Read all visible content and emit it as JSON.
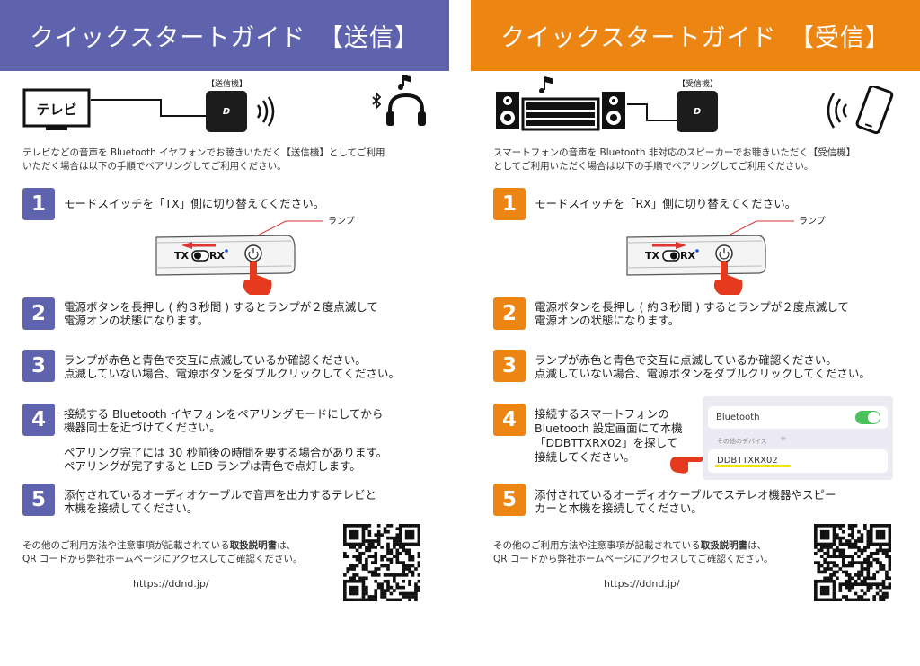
{
  "tx": {
    "header": "クイックスタートガイド　【送信】",
    "tv_label": "テレビ",
    "device_tag": "【送信機】",
    "device_logo": "D",
    "intro_lines": [
      "テレビなどの音声を Bluetooth イヤフォンでお聴きいただく【送信機】としてご利用",
      "いただく場合は以下の手順でペアリングしてご利用ください。"
    ],
    "steps": [
      {
        "num": "1",
        "lines": [
          "モードスイッチを「TX」側に切り替えてください。"
        ]
      },
      {
        "num": "2",
        "lines": [
          "電源ボタンを長押し ( 約３秒間 ) するとランプが２度点滅して",
          "電源オンの状態になります。"
        ]
      },
      {
        "num": "3",
        "lines": [
          "ランプが赤色と青色で交互に点滅しているか確認ください。",
          "点滅していない場合、電源ボタンをダブルクリックしてください。"
        ]
      },
      {
        "num": "4",
        "lines": [
          "接続する Bluetooth イヤフォンをペアリングモードにしてから",
          "機器同士を近づけてください。"
        ]
      },
      {
        "num": "5",
        "lines": [
          "添付されているオーディオケーブルで音声を出力するテレビと",
          "本機を接続してください。"
        ]
      }
    ],
    "step4_note": [
      "ペアリング完了には 30 秒前後の時間を要する場合があります。",
      "ペアリングが完了すると LED ランプは青色で点灯します。"
    ],
    "lamp_label": "ランプ",
    "switch_tx": "TX",
    "switch_rx": "RX",
    "footer_line1_pre": "その他のご利用方法や注意事項が記載されている",
    "footer_line1_bold": "取扱説明書",
    "footer_line1_post": "は、",
    "footer_line2": "QR コードから弊社ホームページにアクセスしてご確認ください。",
    "url": "https://ddnd.jp/"
  },
  "rx": {
    "header": "クイックスタートガイド　【受信】",
    "device_tag": "【受信機】",
    "device_logo": "D",
    "intro_lines": [
      "スマートフォンの音声を Bluetooth 非対応のスピーカーでお聴きいただく【受信機】",
      "としてご利用いただく場合は以下の手順でペアリングしてご利用ください。"
    ],
    "steps": [
      {
        "num": "1",
        "lines": [
          "モードスイッチを「RX」側に切り替えてください。"
        ]
      },
      {
        "num": "2",
        "lines": [
          "電源ボタンを長押し ( 約３秒間 ) するとランプが２度点滅して",
          "電源オンの状態になります。"
        ]
      },
      {
        "num": "3",
        "lines": [
          "ランプが赤色と青色で交互に点滅しているか確認ください。",
          "点滅していない場合、電源ボタンをダブルクリックしてください。"
        ]
      },
      {
        "num": "4",
        "lines": [
          "接続するスマートフォンの",
          "Bluetooth 設定画面にて本機",
          "「DDBTTXRX02」を探して",
          "接続してください。"
        ]
      },
      {
        "num": "5",
        "lines": [
          "添付されているオーディオケーブルでステレオ機器やスピー",
          "カーと本機を接続してください。"
        ]
      }
    ],
    "lamp_label": "ランプ",
    "switch_tx": "TX",
    "switch_rx": "RX",
    "bt_screen": {
      "bluetooth": "Bluetooth",
      "other_devices": "その他のデバイス",
      "device_name": "DDBTTXRX02"
    },
    "footer_line1_pre": "その他のご利用方法や注意事項が記載されている",
    "footer_line1_bold": "取扱説明書",
    "footer_line1_post": "は、",
    "footer_line2": "QR コードから弊社ホームページにアクセスしてご確認ください。",
    "url": "https://ddnd.jp/"
  },
  "colors": {
    "tx_accent": "#5f63ad",
    "rx_accent": "#ec8512",
    "hand_red": "#e63a1e",
    "highlight_yellow": "#f2e21a"
  }
}
